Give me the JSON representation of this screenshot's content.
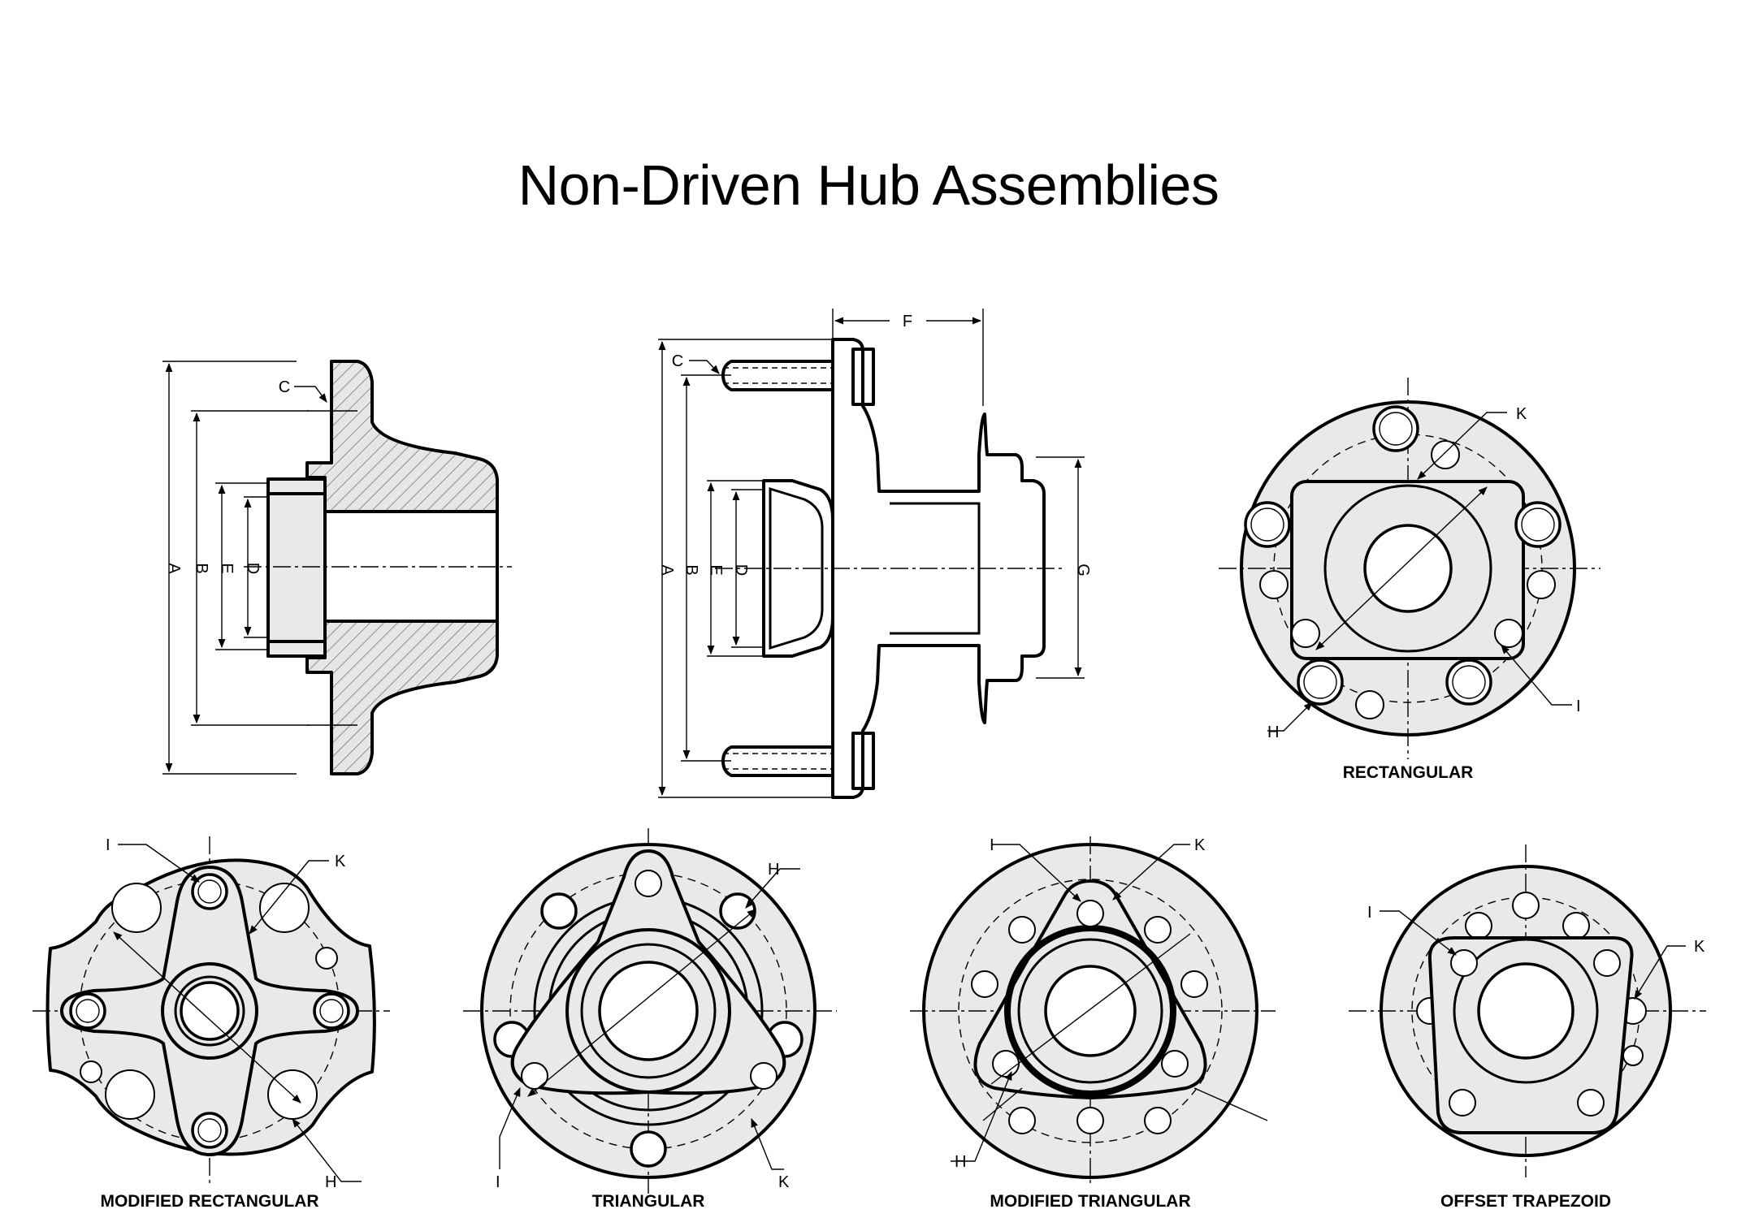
{
  "title": "Non-Driven Hub Assemblies",
  "side_view_1": {
    "labels": [
      "A",
      "B",
      "C",
      "D",
      "E"
    ]
  },
  "side_view_2": {
    "labels": [
      "A",
      "B",
      "C",
      "D",
      "E",
      "F",
      "G"
    ]
  },
  "views": [
    {
      "caption": "RECTANGULAR",
      "labels": [
        "K",
        "H",
        "I"
      ]
    },
    {
      "caption": "MODIFIED RECTANGULAR",
      "labels": [
        "I",
        "K",
        "H"
      ]
    },
    {
      "caption": "TRIANGULAR",
      "labels": [
        "H",
        "I",
        "K"
      ]
    },
    {
      "caption": "MODIFIED TRIANGULAR",
      "labels": [
        "I",
        "K",
        "H"
      ]
    },
    {
      "caption": "OFFSET TRAPEZOID",
      "labels": [
        "I",
        "K"
      ]
    }
  ]
}
